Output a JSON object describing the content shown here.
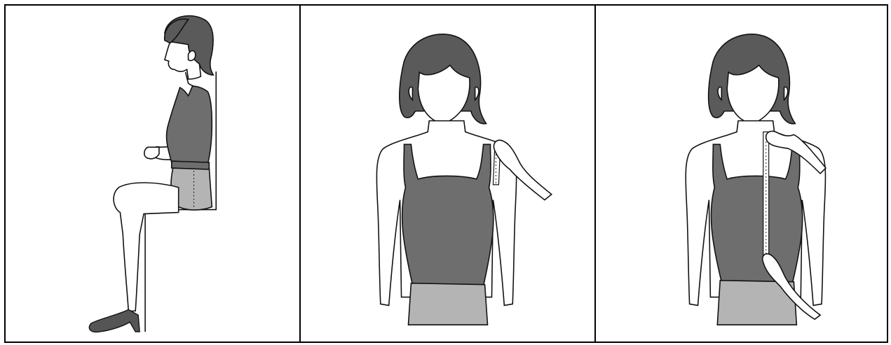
{
  "panels": [
    {
      "id": "panel-seated-measurement",
      "icon": "woman-seated-hip-measurement"
    },
    {
      "id": "panel-shoulder-measurement",
      "icon": "woman-shoulder-measurement"
    },
    {
      "id": "panel-front-length-measurement",
      "icon": "woman-front-length-measurement"
    }
  ],
  "colors": {
    "border": "#000000",
    "hair": "#5a5a5a",
    "top": "#6e6e6e",
    "bottom": "#b4b4b4",
    "background": "#ffffff"
  }
}
